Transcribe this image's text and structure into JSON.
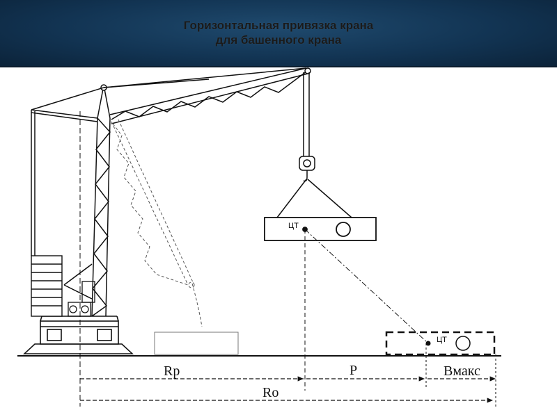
{
  "header": {
    "title_line1": "Горизонтальная привязка крана",
    "title_line2": "для башенного крана",
    "background": "#123453"
  },
  "diagram": {
    "load_label_upper": "ЦТ",
    "load_label_lower": "ЦТ",
    "dim_rp": "Rp",
    "dim_p": "P",
    "dim_bmax": "Bмакс",
    "dim_ro": "Ro"
  }
}
